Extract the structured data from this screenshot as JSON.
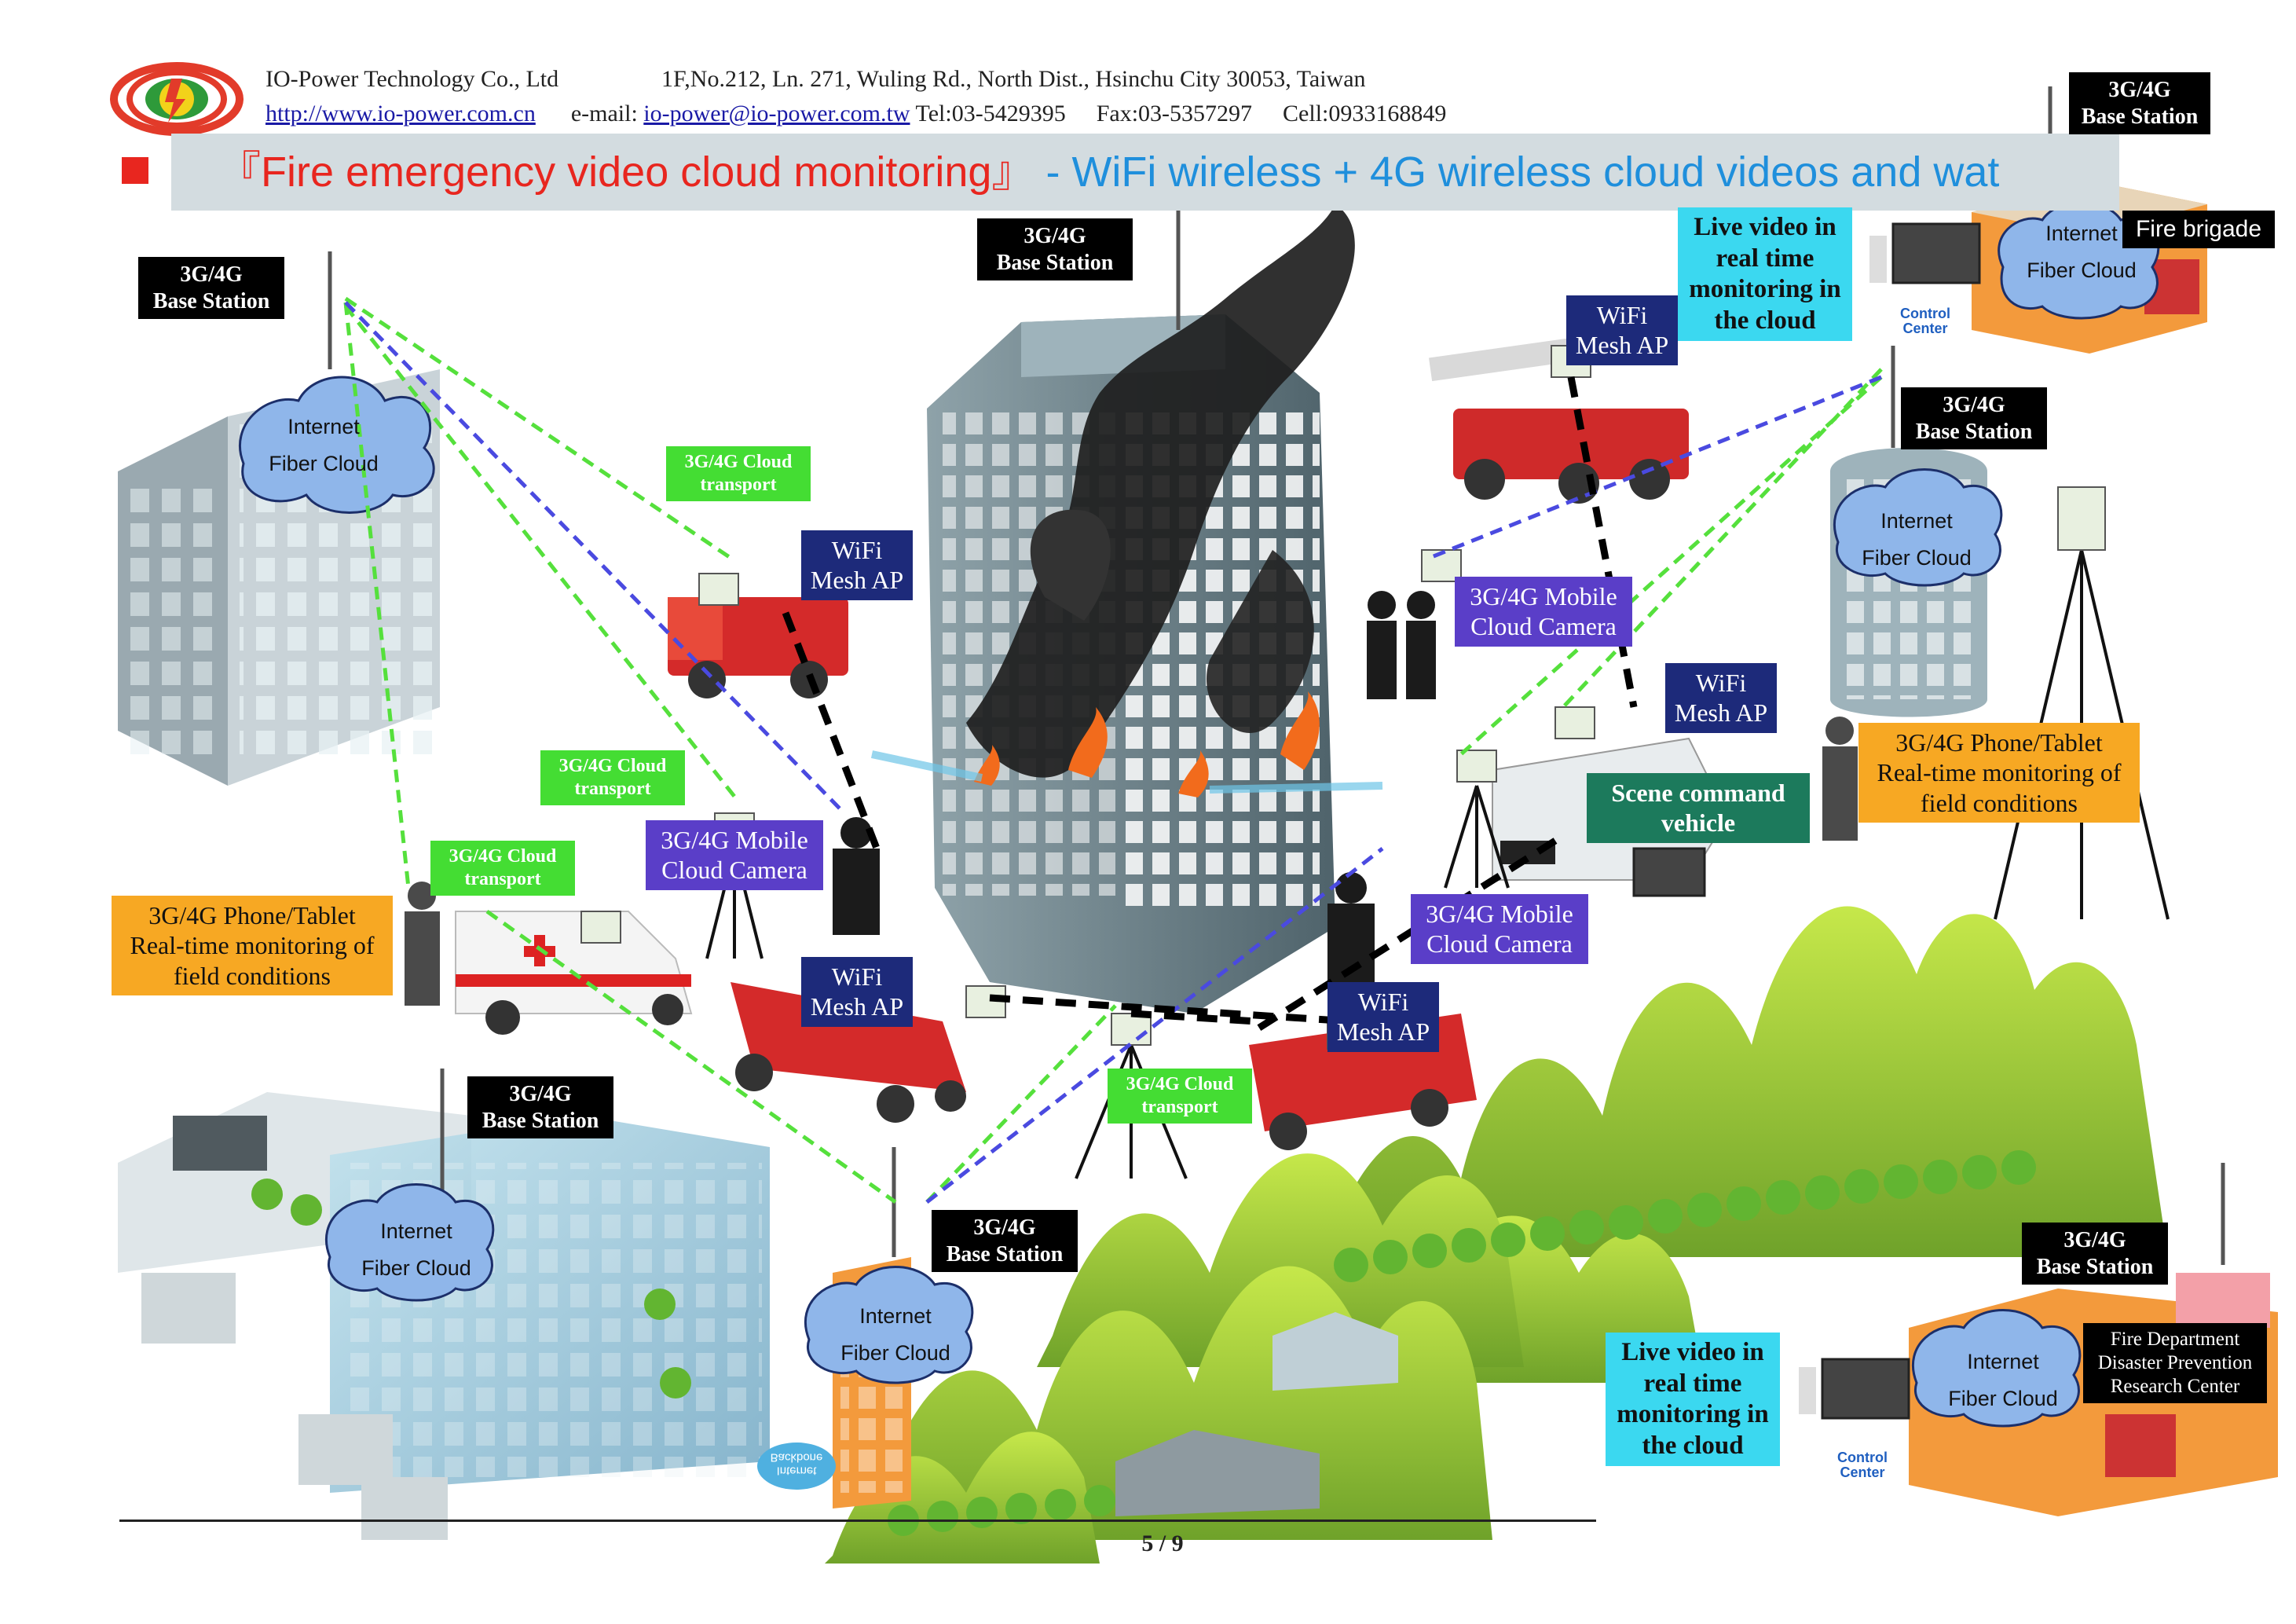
{
  "header": {
    "company": "IO-Power Technology Co., Ltd",
    "address": "1F,No.212, Ln. 271, Wuling Rd., North Dist., Hsinchu City 30053, Taiwan",
    "website": "http://www.io-power.com.cn",
    "email_label": "e-mail:",
    "email": "io-power@io-power.com.tw",
    "tel": "Tel:03-5429395",
    "fax": "Fax:03-5357297",
    "cell": "Cell:0933168849"
  },
  "title": {
    "red": "『Fire emergency video cloud monitoring』",
    "blue": "- WiFi wireless + 4G wireless cloud videos and wat"
  },
  "labels": {
    "base_station_l1": "3G/4G",
    "base_station_l2": "Base Station",
    "wifi_l1": "WiFi",
    "wifi_l2": "Mesh AP",
    "cloud_transport_l1": "3G/4G Cloud",
    "cloud_transport_l2": "transport",
    "mobile_camera_l1": "3G/4G Mobile",
    "mobile_camera_l2": "Cloud Camera",
    "live_video_l1": "Live video in",
    "live_video_l2": "real time",
    "live_video_l3": "monitoring in",
    "live_video_l4": "the cloud",
    "phone_l1": "3G/4G Phone/Tablet",
    "phone_l2": "Real-time monitoring of",
    "phone_l3": "field conditions",
    "scene_l1": "Scene command",
    "scene_l2": "vehicle",
    "fire_brigade": "Fire brigade",
    "fdr_l1": "Fire Department",
    "fdr_l2": "Disaster Prevention",
    "fdr_l3": "Research Center",
    "cloud_l1": "Internet",
    "cloud_l2": "Fiber Cloud",
    "control_l1": "Control",
    "control_l2": "Center",
    "backbone_l1": "Internet",
    "backbone_l2": "Backbone"
  },
  "footer": {
    "page": "5 / 9"
  },
  "colors": {
    "title_red": "#e8261f",
    "title_blue": "#1f8fdc",
    "label_navy": "#1d2a7a",
    "label_purple": "#5a3ec8",
    "label_green": "#44dd33",
    "label_cyan": "#3bd8f0",
    "label_orange": "#f7a823",
    "label_teal": "#1c7a5c",
    "link_green": "#55e03c",
    "link_blue": "#4a4ae0",
    "link_black": "#000000"
  }
}
